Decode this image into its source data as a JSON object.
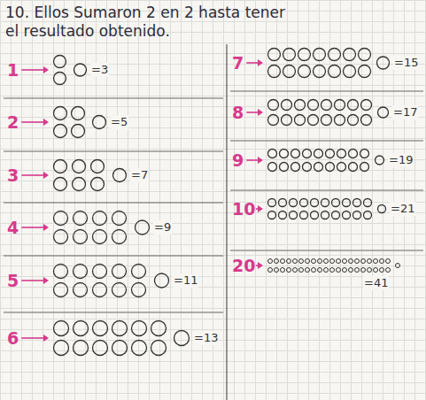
{
  "diagram": {
    "title": "10. Ellos Sumaron 2 en 2 hasta tener el resultado obtenido.",
    "labels": [
      "1",
      "=3",
      "2",
      "=5",
      "3",
      "=7",
      "4",
      "=9",
      "5",
      "=11",
      "6",
      "=13",
      "7",
      "=15",
      "8",
      "=17",
      "9",
      "=19",
      "10",
      "=21",
      "20",
      "=41"
    ]
  }
}
